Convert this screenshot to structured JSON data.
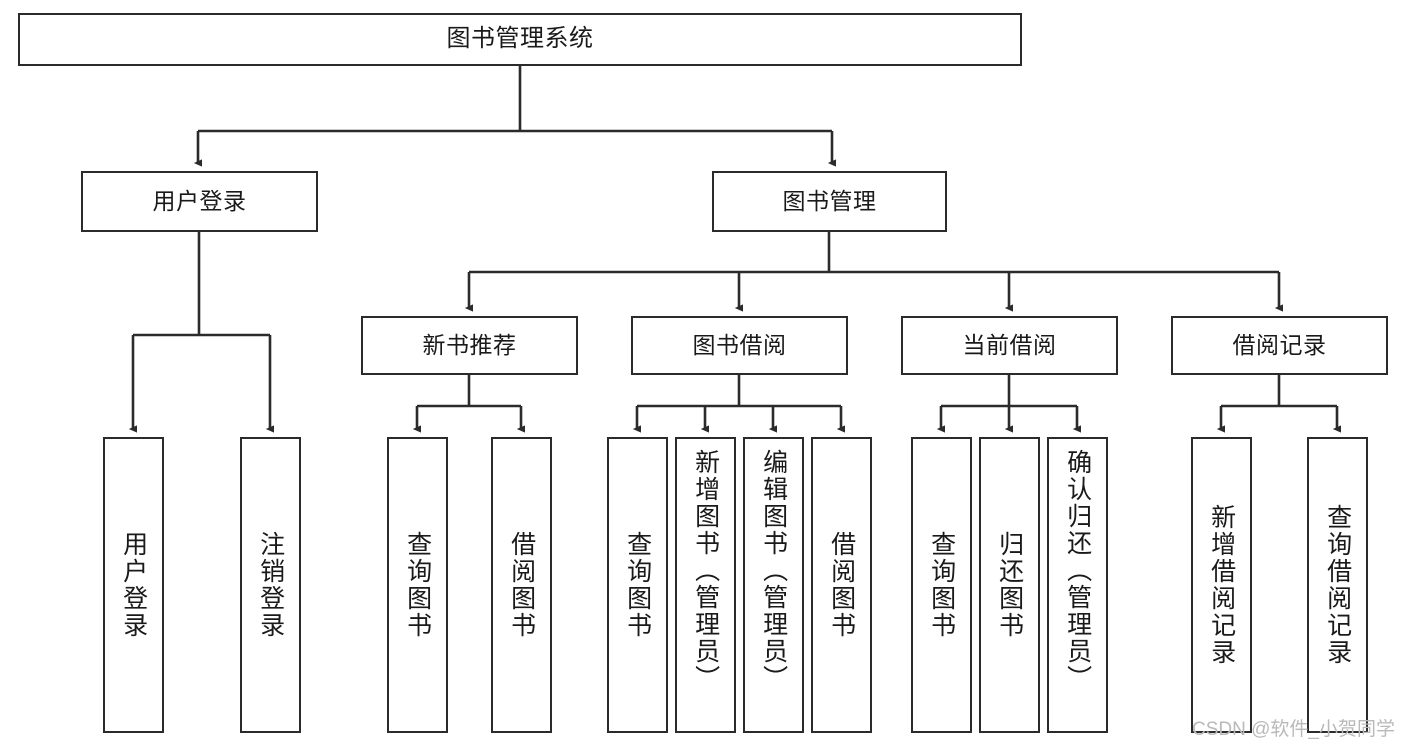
{
  "diagram": {
    "title": "图书管理系统",
    "type": "tree-structure-chart",
    "watermark": "CSDN @软件_小贺同学",
    "colors": {
      "stroke": "#2b2b2b",
      "fill": "#ffffff",
      "text": "#1a1a1a",
      "watermark": "#b9b9b9"
    },
    "nodes": {
      "root": {
        "label": "图书管理系统"
      },
      "level2": [
        {
          "id": "user-login",
          "label": "用户登录"
        },
        {
          "id": "book-manage",
          "label": "图书管理"
        }
      ],
      "level3": [
        {
          "id": "new-book-recommend",
          "label": "新书推荐"
        },
        {
          "id": "book-borrow",
          "label": "图书借阅"
        },
        {
          "id": "current-borrow",
          "label": "当前借阅"
        },
        {
          "id": "borrow-record",
          "label": "借阅记录"
        }
      ],
      "leaves": {
        "user-login": [
          {
            "id": "leaf-user-login",
            "label": "用户登录"
          },
          {
            "id": "leaf-logout",
            "label": "注销登录"
          }
        ],
        "new-book-recommend": [
          {
            "id": "leaf-query-book-1",
            "label": "查询图书"
          },
          {
            "id": "leaf-borrow-book-1",
            "label": "借阅图书"
          }
        ],
        "book-borrow": [
          {
            "id": "leaf-query-book-2",
            "label": "查询图书"
          },
          {
            "id": "leaf-add-book",
            "label": "新增图书（管理员）"
          },
          {
            "id": "leaf-edit-book",
            "label": "编辑图书（管理员）"
          },
          {
            "id": "leaf-borrow-book-2",
            "label": "借阅图书"
          }
        ],
        "current-borrow": [
          {
            "id": "leaf-query-book-3",
            "label": "查询图书"
          },
          {
            "id": "leaf-return-book",
            "label": "归还图书"
          },
          {
            "id": "leaf-confirm-return",
            "label": "确认归还（管理员）"
          }
        ],
        "borrow-record": [
          {
            "id": "leaf-add-record",
            "label": "新增借阅记录"
          },
          {
            "id": "leaf-query-record",
            "label": "查询借阅记录"
          }
        ]
      }
    }
  }
}
